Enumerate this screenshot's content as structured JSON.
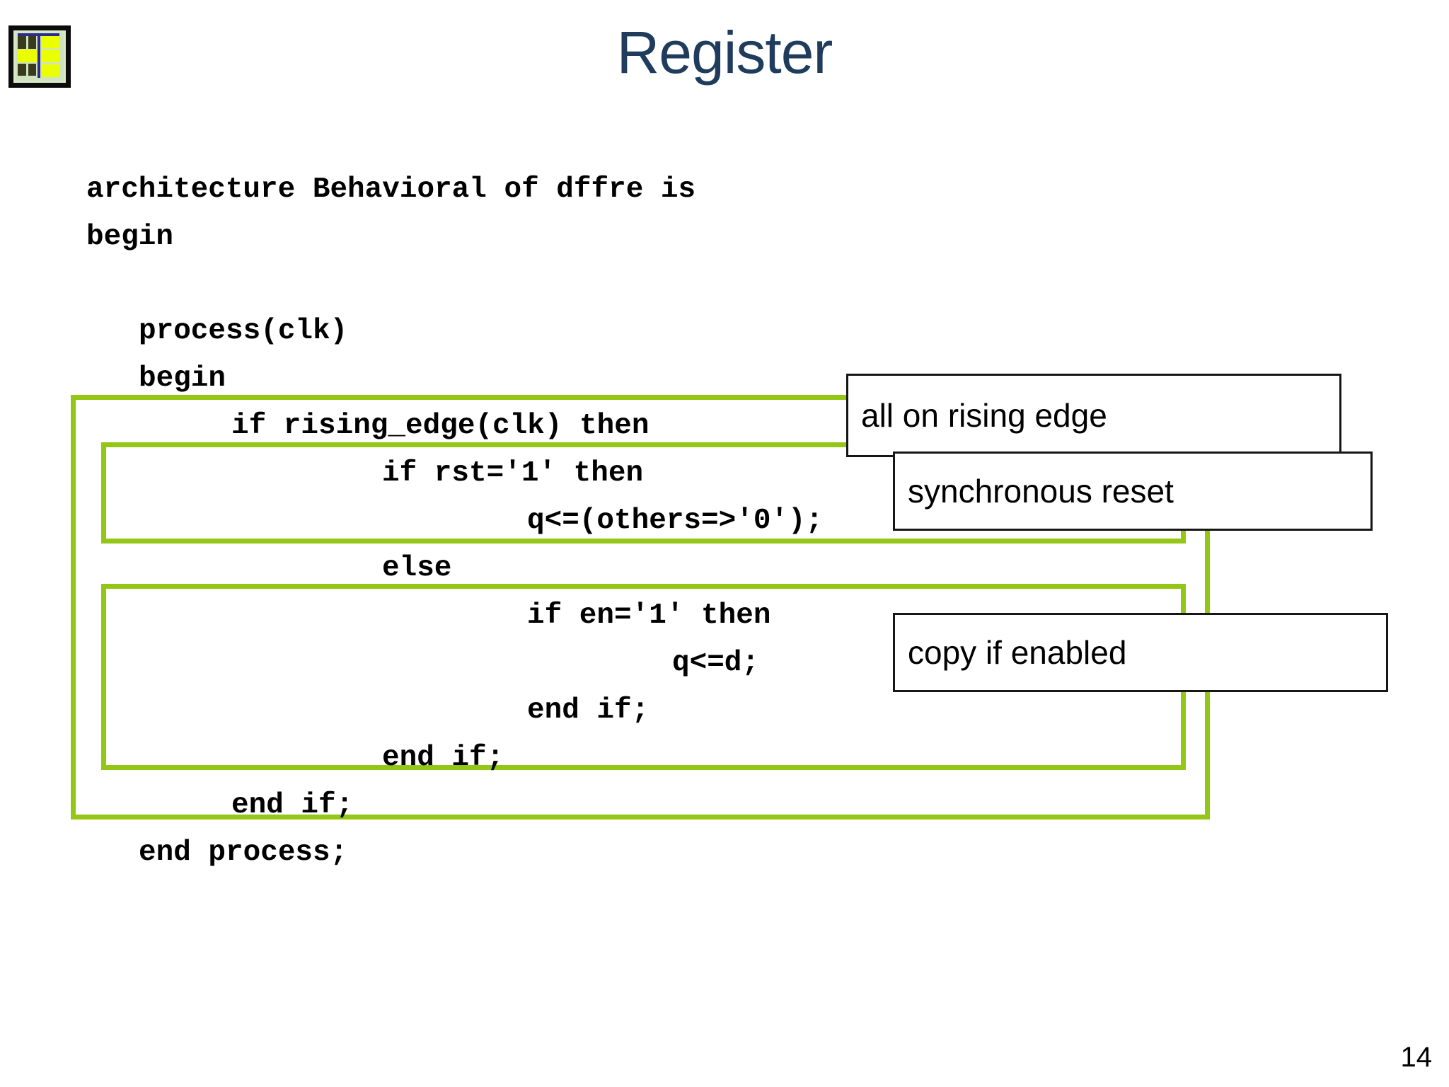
{
  "slide": {
    "title": "Register",
    "page_number": "14",
    "title_color": "#1F3C5C",
    "accent_green": "#94C715",
    "background": "#FFFFFF"
  },
  "logo": {
    "name": "chip-die-logo",
    "alt": "integrated circuit die photograph"
  },
  "code": {
    "language": "VHDL",
    "lines": [
      {
        "text": "architecture Behavioral of dffre is",
        "indent": 0
      },
      {
        "text": "begin",
        "indent": 0
      },
      {
        "text": "process(clk)",
        "indent": 1
      },
      {
        "text": "begin",
        "indent": 1
      },
      {
        "text": "if rising_edge(clk) then",
        "indent": 3
      },
      {
        "text": "if rst='1' then",
        "indent": 5
      },
      {
        "text": "q<=(others=>'0');",
        "indent": 7
      },
      {
        "text": "else",
        "indent": 5
      },
      {
        "text": "if en='1' then",
        "indent": 7
      },
      {
        "text": "q<=d;",
        "indent": 9
      },
      {
        "text": "end if;",
        "indent": 7
      },
      {
        "text": "end if;",
        "indent": 5
      },
      {
        "text": "end if;",
        "indent": 3
      },
      {
        "text": "end process;",
        "indent": 1
      }
    ]
  },
  "highlight_boxes": [
    {
      "name": "rising-edge-scope"
    },
    {
      "name": "reset-branch-scope"
    },
    {
      "name": "enable-branch-scope"
    }
  ],
  "callouts": [
    {
      "name": "callout-rising-edge",
      "text": "all on rising edge"
    },
    {
      "name": "callout-synchronous-reset",
      "text": "synchronous reset"
    },
    {
      "name": "callout-copy-if-enabled",
      "text": "copy if enabled"
    }
  ]
}
